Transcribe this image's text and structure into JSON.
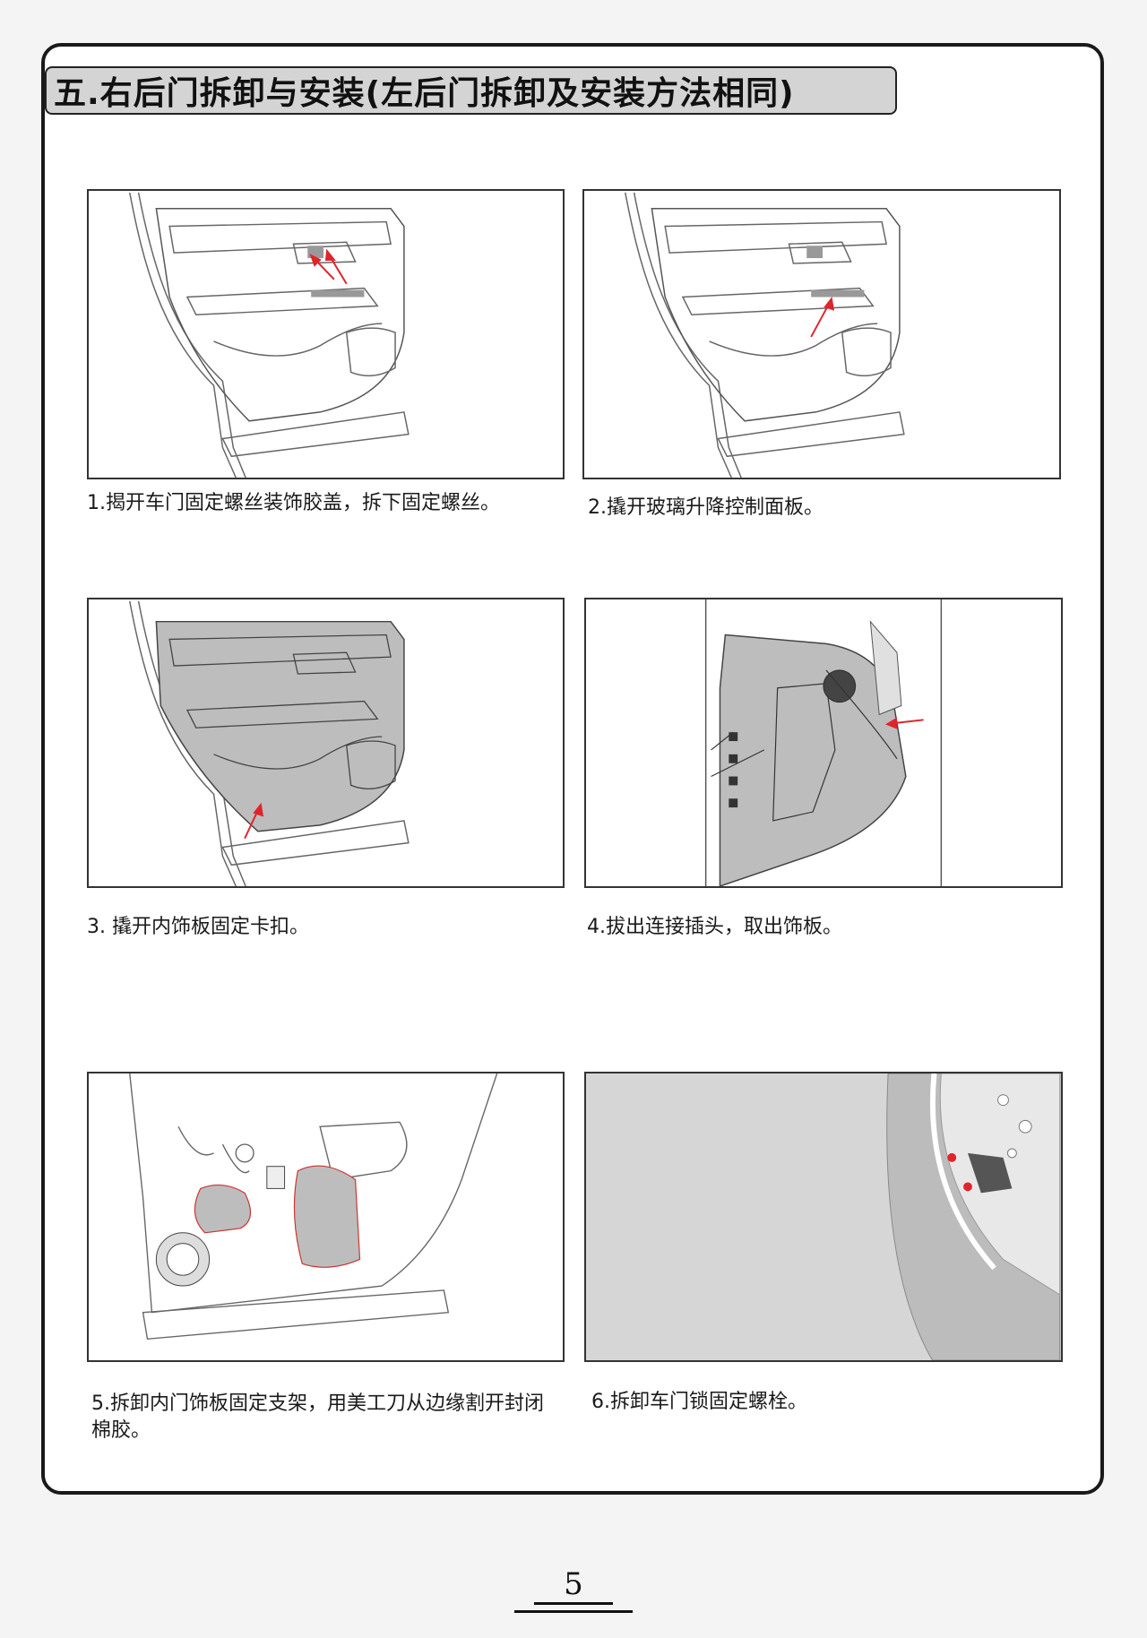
{
  "title": "五.右后门拆卸与安装(左后门拆卸及安装方法相同)",
  "steps": [
    {
      "caption": "1.揭开车门固定螺丝装饰胶盖，拆下固定螺丝。"
    },
    {
      "caption": "2.撬开玻璃升降控制面板。"
    },
    {
      "caption": "3. 撬开内饰板固定卡扣。"
    },
    {
      "caption": "4.拔出连接插头，取出饰板。"
    },
    {
      "caption": "5.拆卸内门饰板固定支架，用美工刀从边缘割开封闭棉胶。"
    },
    {
      "caption": "6.拆卸车门锁固定螺栓。"
    }
  ],
  "page_number": "5",
  "colors": {
    "arrow": "#e0242b",
    "panel_fill": "#bdbdbd",
    "title_fill": "#d4d4d4"
  }
}
